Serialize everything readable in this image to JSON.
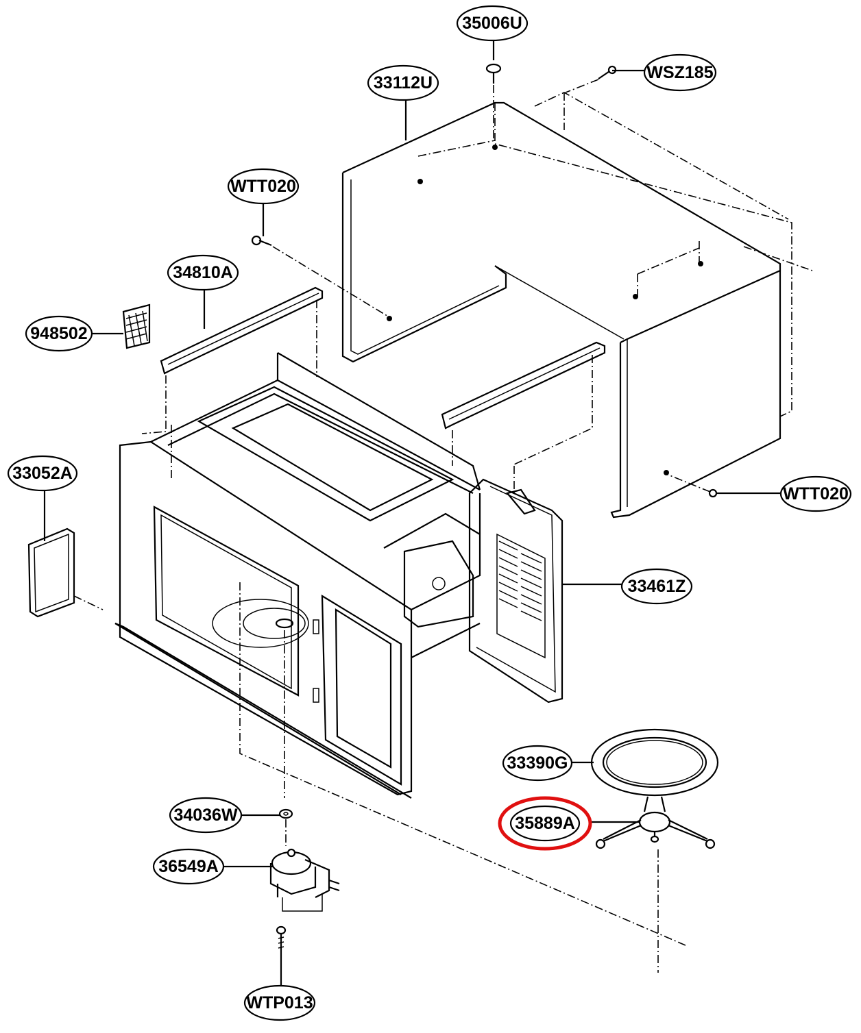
{
  "callouts": [
    {
      "id": "c1",
      "label": "35006U"
    },
    {
      "id": "c2",
      "label": "WSZ185"
    },
    {
      "id": "c3",
      "label": "33112U"
    },
    {
      "id": "c4",
      "label": "WTT020"
    },
    {
      "id": "c5",
      "label": "34810A"
    },
    {
      "id": "c6",
      "label": "948502"
    },
    {
      "id": "c7",
      "label": "33052A"
    },
    {
      "id": "c8",
      "label": "WTT020"
    },
    {
      "id": "c9",
      "label": "33461Z"
    },
    {
      "id": "c10",
      "label": "33390G"
    },
    {
      "id": "c11",
      "label": "35889A",
      "highlighted": true
    },
    {
      "id": "c12",
      "label": "34036W"
    },
    {
      "id": "c13",
      "label": "36549A"
    },
    {
      "id": "c14",
      "label": "WTP013"
    }
  ],
  "colors": {
    "line": "#000000",
    "background": "#ffffff",
    "highlight": "#e01010"
  }
}
